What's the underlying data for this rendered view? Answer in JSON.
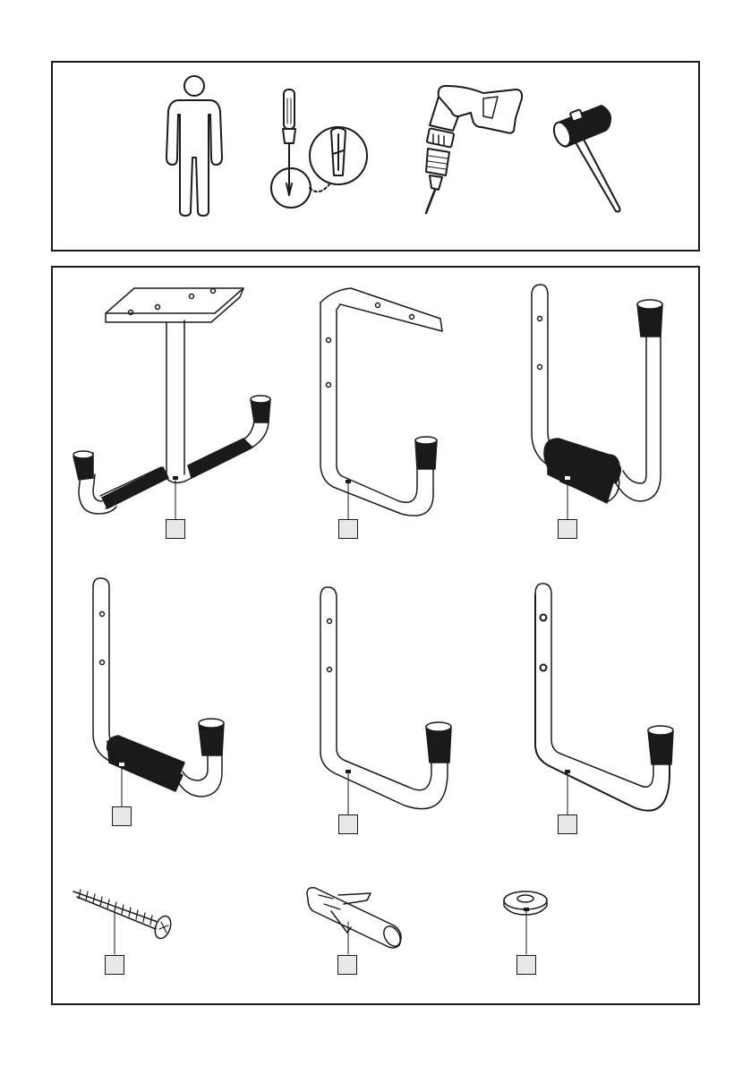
{
  "sheet": {
    "tools": [
      {
        "name": "person",
        "icon": "person-icon"
      },
      {
        "name": "screwdriver",
        "icon": "phillips-screwdriver-icon"
      },
      {
        "name": "drill",
        "icon": "power-drill-icon"
      },
      {
        "name": "hammer",
        "icon": "rubber-mallet-icon"
      }
    ],
    "parts": [
      {
        "icon": "ceiling-double-hook-icon",
        "label": ""
      },
      {
        "icon": "wall-bracket-hook-icon",
        "label": ""
      },
      {
        "icon": "large-padded-hook-icon",
        "label": ""
      },
      {
        "icon": "padded-hook-icon",
        "label": ""
      },
      {
        "icon": "plain-hook-icon",
        "label": ""
      },
      {
        "icon": "plain-hook-large-icon",
        "label": ""
      },
      {
        "icon": "screw-icon",
        "label": ""
      },
      {
        "icon": "wall-plug-icon",
        "label": ""
      },
      {
        "icon": "washer-icon",
        "label": ""
      }
    ]
  }
}
